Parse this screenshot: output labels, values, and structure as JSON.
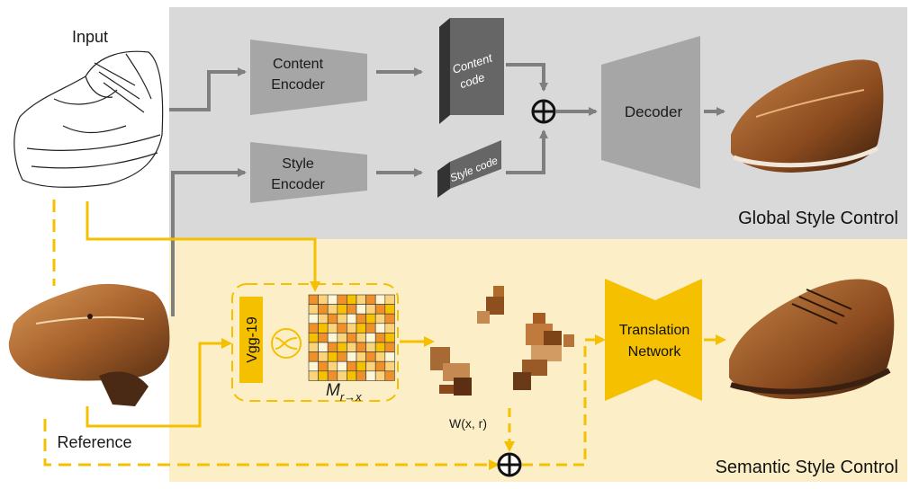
{
  "input_label": "Input",
  "reference_label": "Reference",
  "content_encoder_label": [
    "Content",
    "Encoder"
  ],
  "style_encoder_label": [
    "Style",
    "Encoder"
  ],
  "content_code_label": [
    "Content",
    "code"
  ],
  "style_code_label": "Style code",
  "decoder_label": "Decoder",
  "global_panel_label": "Global Style Control",
  "semantic_panel_label": "Semantic Style Control",
  "vgg_label": "Vgg-19",
  "matrix_label": "M",
  "matrix_subscript": "r→x",
  "warp_label": "W(x, r)",
  "translation_label": [
    "Translation",
    "Network"
  ],
  "colors": {
    "global_panel": "#d9d9d9",
    "semantic_panel": "#fcefc7",
    "arrow_gray": "#7f7f7f",
    "block_gray": "#a6a6a6",
    "accent_yellow": "#f5c000",
    "matrix_orange": "#f0902a",
    "matrix_light": "#fbd37a",
    "matrix_cream": "#fff6d6"
  },
  "icons": {
    "combine": "circled-plus-icon",
    "correlation": "correlation-circle-icon"
  }
}
